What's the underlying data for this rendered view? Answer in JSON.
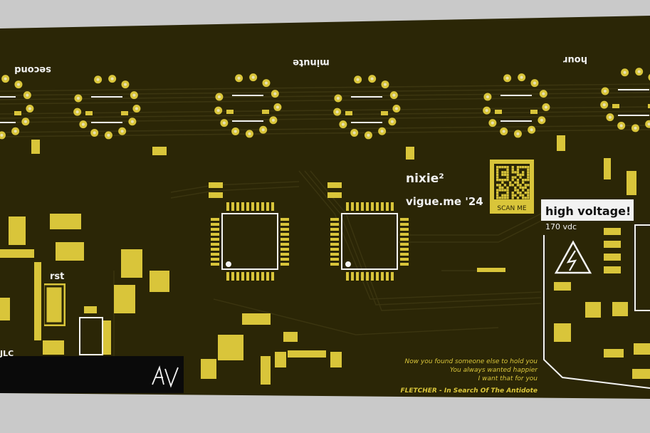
{
  "labels": {
    "second": "second",
    "minute": "minute",
    "hour": "hour",
    "rst": "rst",
    "jlc": "JLC",
    "title": "nixie²",
    "author": "vigue.me '24",
    "scan": "SCAN ME",
    "hv_title": "high voltage!",
    "hv_volts": "170 vdc",
    "signature": "AV"
  },
  "lyrics": {
    "line1": "Now you found someone else to hold you",
    "line2": "You always wanted happier",
    "line3": "I want that for you",
    "credit": "FLETCHER - In Search Of The Antidote"
  },
  "colors": {
    "board": "#2b2606",
    "copper": "#d9c53a",
    "silkscreen": "#f2f2f2",
    "background": "#c9c9c9"
  }
}
